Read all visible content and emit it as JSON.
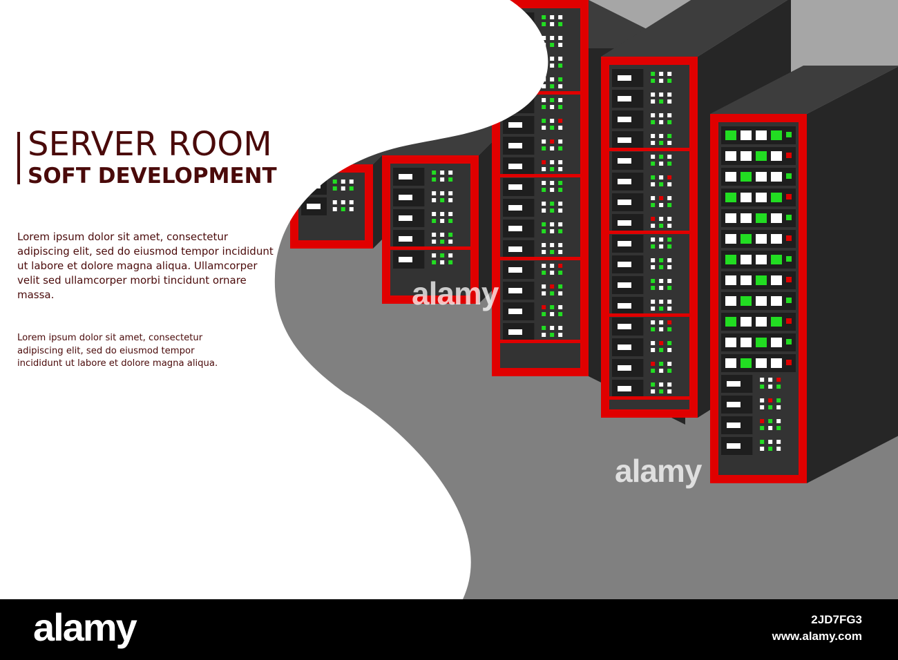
{
  "hero": {
    "title": "SERVER ROOM",
    "subtitle": "SOFT DEVELOPMENT"
  },
  "body": {
    "paragraph_1": "Lorem ipsum dolor sit amet, consectetur adipiscing elit, sed do eiusmod tempor incididunt ut labore et dolore magna aliqua. Ullamcorper velit sed ullamcorper morbi tincidunt ornare massa.",
    "paragraph_2": "Lorem ipsum dolor sit amet, consectetur adipiscing elit, sed do eiusmod tempor incididunt ut labore et dolore magna aliqua."
  },
  "watermark": {
    "logo": "alamy",
    "image_id": "2JD7FG3",
    "site": "www.alamy.com"
  },
  "colors": {
    "title_text": "#4a0a0a",
    "backdrop": "#808080",
    "backdrop_light": "#a6a6a6",
    "rack_front": "#333333",
    "rack_side": "#262626",
    "rack_top": "#3d3d3d",
    "rack_frame": "#e00000",
    "led_green": "#22dd22",
    "led_red": "#e00000",
    "led_white": "#ffffff",
    "footer": "#000000"
  },
  "icons": [
    "server-rack-icon"
  ]
}
